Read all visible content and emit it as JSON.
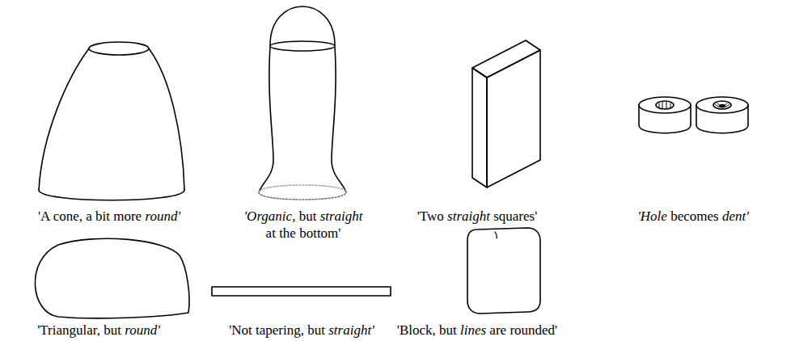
{
  "diagram": {
    "labels": [
      "'A cone, a bit more round'",
      "'Organic, but straight at the bottom'",
      "'Two straight squares'",
      "'Hole becomes dent'",
      "'Triangular, but round'",
      "'Not tapering, but straight'",
      "'Block, but lines are rounded'"
    ]
  }
}
